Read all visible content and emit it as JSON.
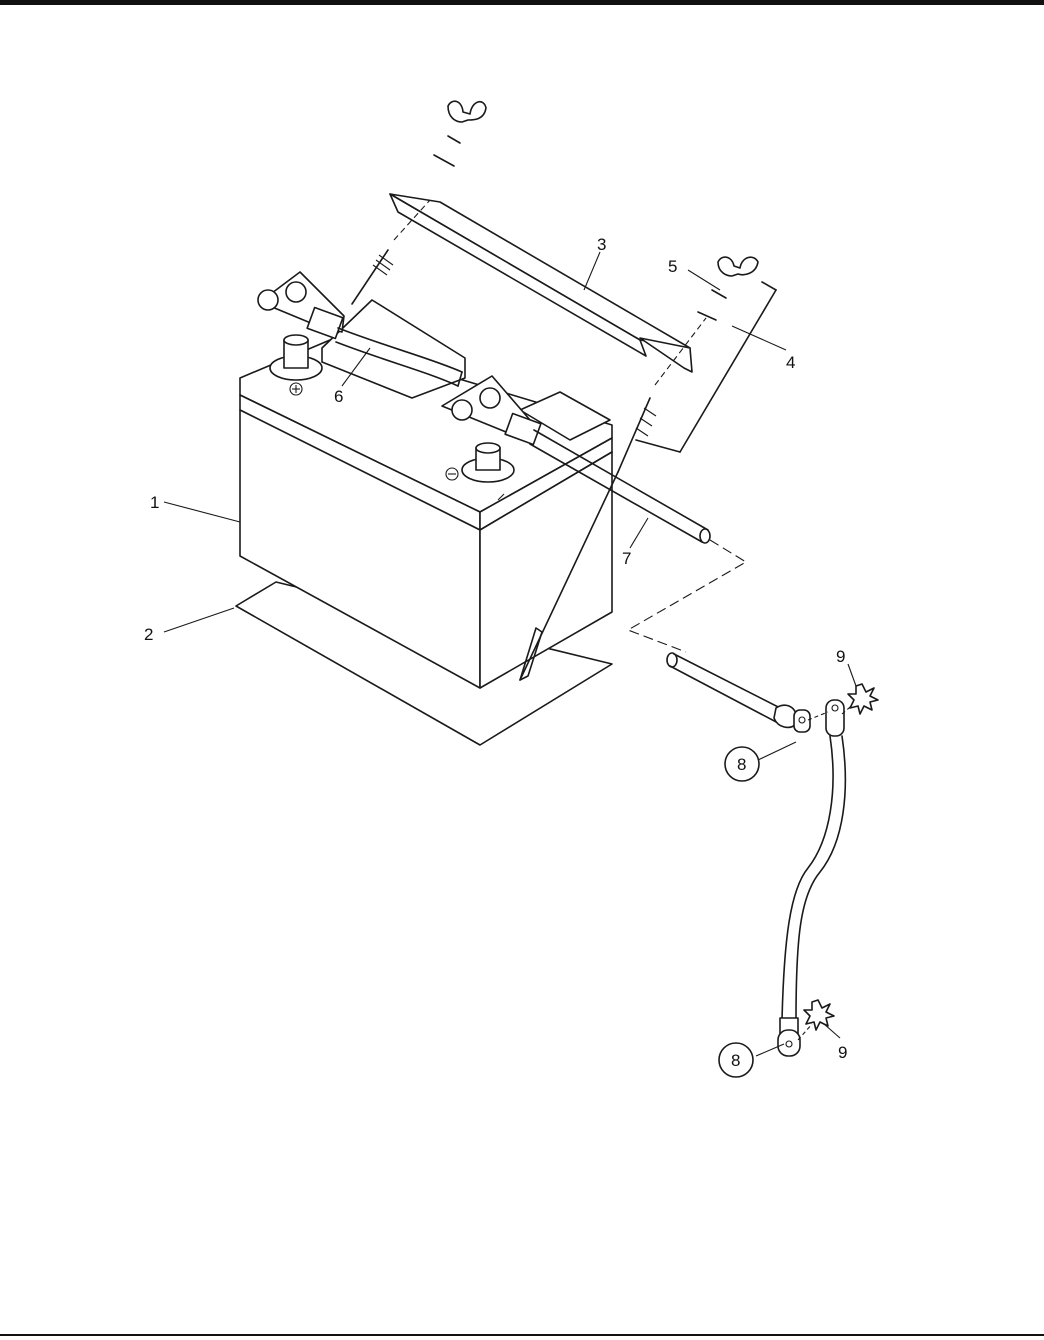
{
  "callouts": [
    {
      "id": "1",
      "text": "1",
      "circled": false
    },
    {
      "id": "2",
      "text": "2",
      "circled": false
    },
    {
      "id": "3",
      "text": "3",
      "circled": false
    },
    {
      "id": "4",
      "text": "4",
      "circled": false
    },
    {
      "id": "5",
      "text": "5",
      "circled": false
    },
    {
      "id": "6",
      "text": "6",
      "circled": false
    },
    {
      "id": "7",
      "text": "7",
      "circled": false
    },
    {
      "id": "8a",
      "text": "8",
      "circled": true
    },
    {
      "id": "8b",
      "text": "8",
      "circled": true
    },
    {
      "id": "9a",
      "text": "9",
      "circled": false
    },
    {
      "id": "9b",
      "text": "9",
      "circled": false
    }
  ]
}
